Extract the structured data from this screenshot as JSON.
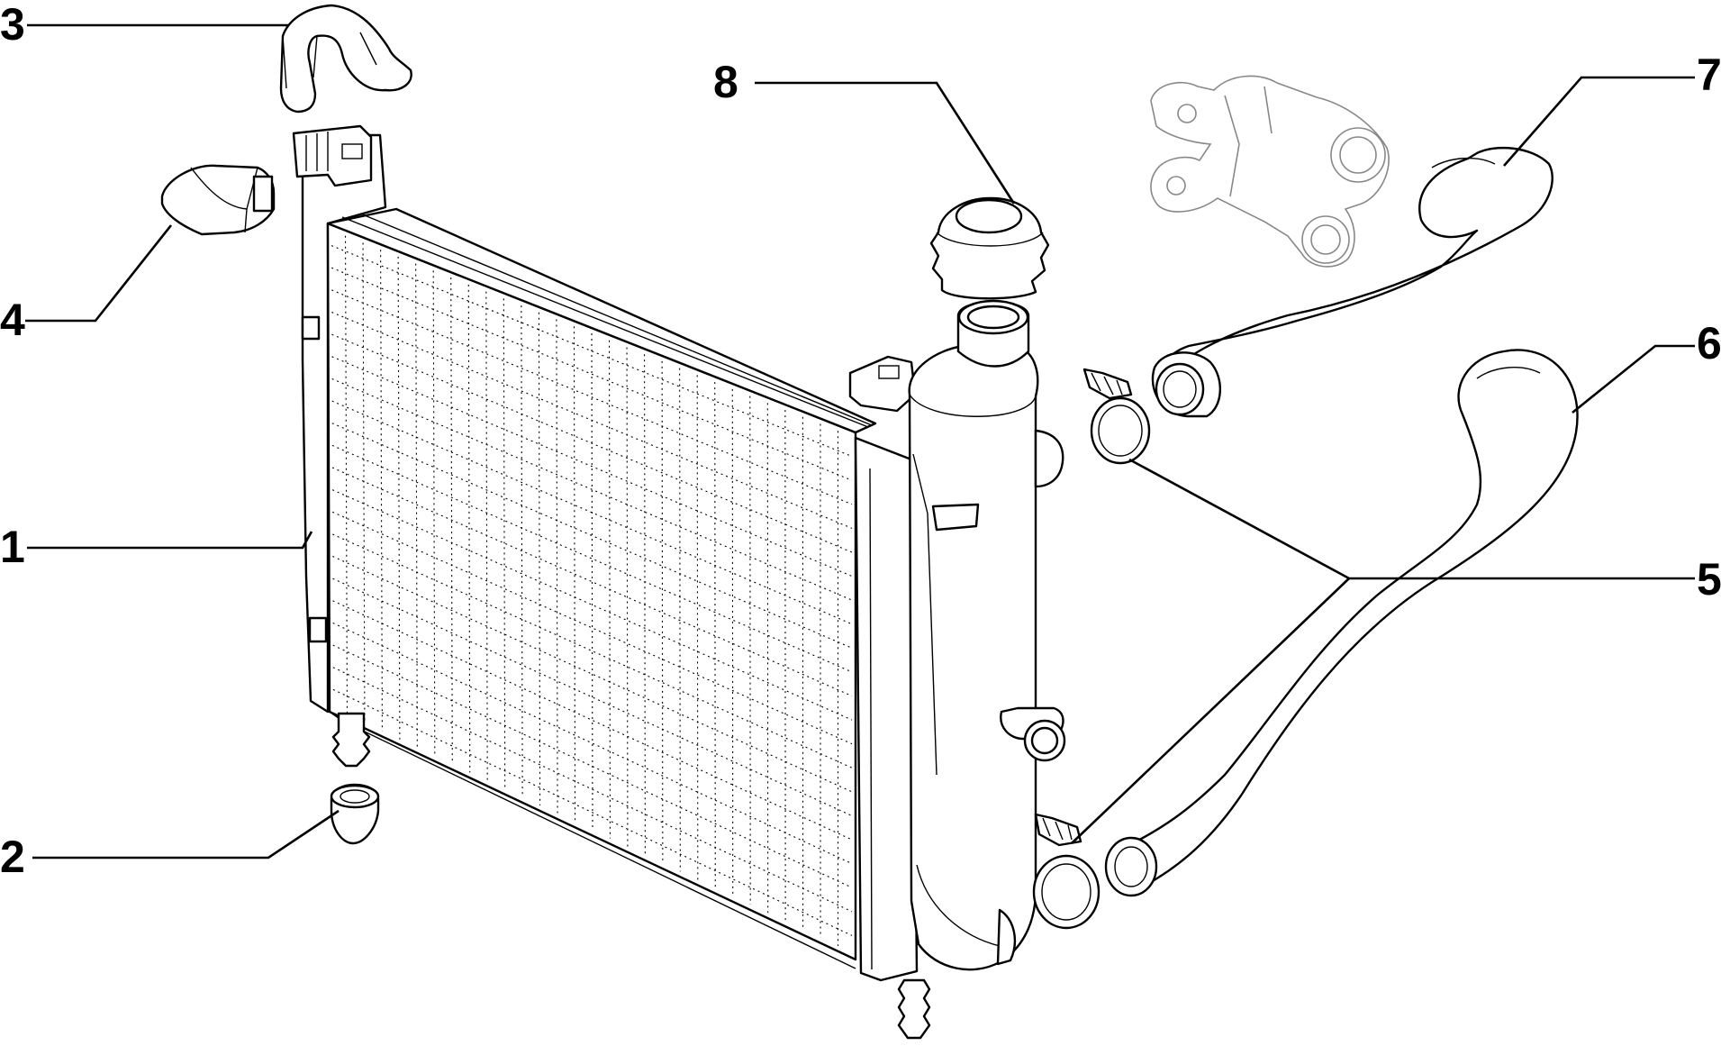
{
  "callouts": {
    "c1": "1",
    "c2": "2",
    "c3": "3",
    "c4": "4",
    "c5": "5",
    "c6": "6",
    "c7": "7",
    "c8": "8"
  },
  "parts": {
    "c1": "radiator",
    "c2": "rubber-grommet",
    "c3": "upper-mounting-clip",
    "c4": "rubber-mounting-pad",
    "c5": "hose-clamps",
    "c6": "lower-coolant-hose",
    "c7": "upper-coolant-hose",
    "c8": "radiator-cap"
  },
  "colors": {
    "line": "#000000",
    "background": "#ffffff",
    "phantom": "#888888"
  }
}
